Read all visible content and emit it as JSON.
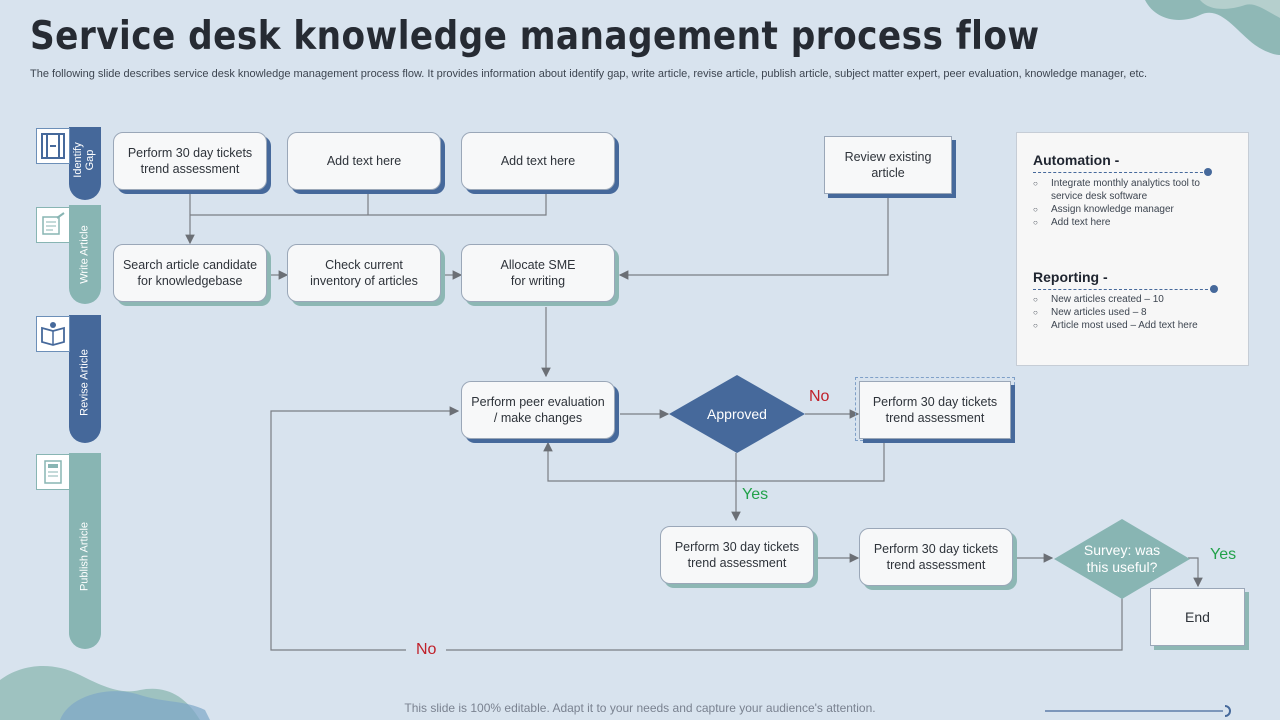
{
  "header": {
    "title": "Service desk knowledge management process flow",
    "subtitle": "The following slide describes service desk knowledge management process flow. It provides information about identify gap, write article, revise article, publish article, subject matter expert, peer evaluation, knowledge manager, etc."
  },
  "lanes": [
    {
      "label_line1": "Identify",
      "label_line2": "Gap",
      "icon": "film-strip-icon",
      "color": "#45689a"
    },
    {
      "label": "Write Article",
      "icon": "document-edit-icon",
      "color": "#88b5b3"
    },
    {
      "label": "Revise Article",
      "icon": "book-review-icon",
      "color": "#45689a"
    },
    {
      "label": "Publish Article",
      "icon": "publish-document-icon",
      "color": "#88b5b3"
    }
  ],
  "nodes": {
    "identify_1": "Perform 30 day tickets trend assessment",
    "identify_2": "Add text here",
    "identify_3": "Add text here",
    "review": "Review existing article",
    "write_1": "Search article candidate for knowledgebase",
    "write_2": "Check current inventory of articles",
    "write_3": "Allocate SME for writing",
    "revise_1": "Perform peer evaluation / make changes",
    "approved": "Approved",
    "revise_2": "Perform 30 day tickets trend assessment",
    "publish_1": "Perform 30 day tickets trend assessment",
    "publish_2": "Perform 30 day tickets trend assessment",
    "survey": "Survey: was this useful?",
    "end": "End"
  },
  "decision_labels": {
    "approved_no": "No",
    "approved_yes": "Yes",
    "survey_yes": "Yes",
    "survey_no": "No"
  },
  "panel": {
    "automation": {
      "heading": "Automation -",
      "items": [
        "Integrate monthly analytics tool to service desk software",
        "Assign knowledge manager",
        "Add text here"
      ]
    },
    "reporting": {
      "heading": "Reporting -",
      "items": [
        "New articles created – 10",
        "New articles used – 8",
        "Article most used – Add text here"
      ]
    }
  },
  "footer": "This slide is 100% editable. Adapt it to your needs and capture your audience's attention.",
  "colors": {
    "background": "#d8e3ee",
    "blue": "#45689a",
    "teal": "#88b5b3",
    "no": "#c0202a",
    "yes": "#22a24a"
  }
}
